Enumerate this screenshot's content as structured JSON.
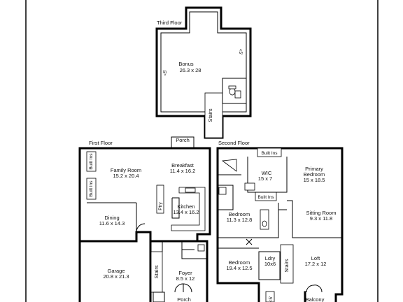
{
  "floors": {
    "third": "Third Floor",
    "first": "First Floor",
    "second": "Second Floor"
  },
  "rooms": {
    "bonus": {
      "name": "Bonus",
      "size": "26.3 x 28"
    },
    "family": {
      "name": "Family Room",
      "size": "15.2 x 20.4"
    },
    "breakfast": {
      "name": "Breakfast",
      "size": "11.4 x 16.2"
    },
    "kitchen": {
      "name": "Kitchen",
      "size": "13.4 x 16.2"
    },
    "dining": {
      "name": "Dining",
      "size": "11.6 x 14.3"
    },
    "garage": {
      "name": "Garage",
      "size": "20.8 x 21.3"
    },
    "foyer": {
      "name": "Foyer",
      "size": "8.5 x 12"
    },
    "wic": {
      "name": "WIC",
      "size": "15 x 7"
    },
    "primary": {
      "name1": "Primary",
      "name2": "Bedroom",
      "size": "15 x 18.5"
    },
    "bedroom1": {
      "name": "Bedroom",
      "size": "11.3 x 12.8"
    },
    "sitting": {
      "name": "Sitting Room",
      "size": "9.3 x 11.8"
    },
    "bedroom2": {
      "name": "Bedroom",
      "size": "19.4 x 12.5"
    },
    "laundry": {
      "name": "Ldry",
      "size": "10x6"
    },
    "loft": {
      "name": "Loft",
      "size": "17.2 x 12"
    }
  },
  "labels": {
    "porch": "Porch",
    "stairs": "Stairs",
    "builtins": "Built Ins",
    "pantry": "Ptry",
    "balcony": "Balcony",
    "ceiling_low": "<5'",
    "ceiling_low_r": "<5'"
  }
}
